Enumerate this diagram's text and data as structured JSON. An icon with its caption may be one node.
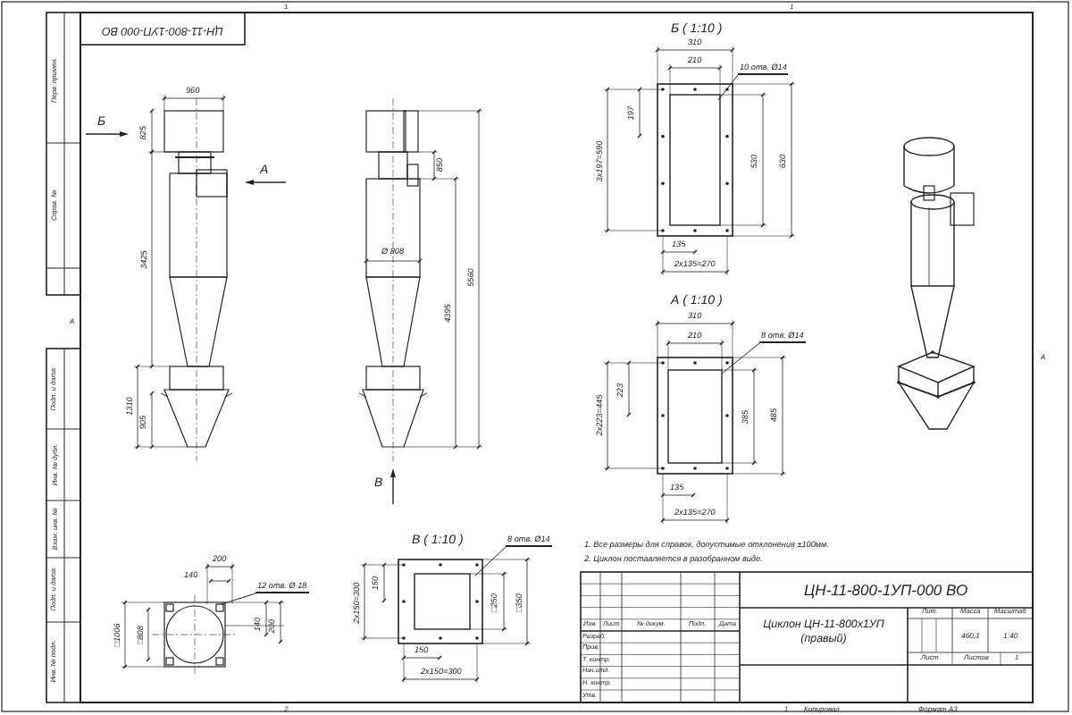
{
  "diagram": {
    "nodes": [
      {
        "text": [
          "12 отв. Ø 18"
        ]
      },
      {
        "text": [
          "8 отв. Ø14"
        ]
      },
      {
        "text": [
          "10 отв. Ø14"
        ]
      },
      {
        "text": [
          "8 отв. Ø14"
        ]
      },
      {
        "text": [],
        "shape": "box"
      }
    ],
    "edges": [
      {
        "from": 0,
        "to": 4,
        "arrow": "none"
      },
      {
        "from": 1,
        "to": null,
        "arrow": "none"
      },
      {
        "from": 2,
        "to": null,
        "arrow": "none"
      },
      {
        "from": 3,
        "to": null,
        "arrow": "none"
      }
    ],
    "labels": [
      "ЦН-11-800-1УП-000 ВО",
      "Перв. примен.",
      "Справ. №",
      "Подп. и дата",
      "Инв. № дубл.",
      "Взам. инв. №",
      "Подп. и дата",
      "Инв. № подл.",
      "1",
      "1",
      "А",
      "А",
      "2",
      "Б",
      "А",
      "960",
      "825",
      "3425",
      "1310",
      "905",
      "850",
      "Ø 808",
      "4395",
      "5560",
      "В",
      "200",
      "140",
      "140",
      "200",
      "□1006",
      "□808",
      "В ( 1:10 )",
      "150",
      "2x150=300",
      "□250",
      "□350",
      "150",
      "2x150=300",
      "Б ( 1:10 )",
      "310",
      "210",
      "197",
      "3x197=590",
      "530",
      "630",
      "135",
      "2x135=270",
      "А ( 1:10 )",
      "310",
      "210",
      "223",
      "2x223=445",
      "385",
      "485",
      "135",
      "2x135=270",
      "1. Все размеры для справок, допустимые отклонения ±100мм.",
      "2. Циклон поставляется в разобранном виде.",
      "ЦН-11-800-1УП-000 ВО",
      "Циклон ЦН-11-800х1УП (правый)",
      "Изм.",
      "Лист",
      "№ докум.",
      "Подп.",
      "Дата",
      "Разраб.",
      "Пров.",
      "Т. контр.",
      "Нач.отд.",
      "Н. контр.",
      "Утв.",
      "Лит.",
      "Масса",
      "Масштаб",
      "460,1",
      "1:40",
      "Лист",
      "Листов",
      "1",
      "1",
      "Копировал",
      "Формат А3"
    ]
  }
}
